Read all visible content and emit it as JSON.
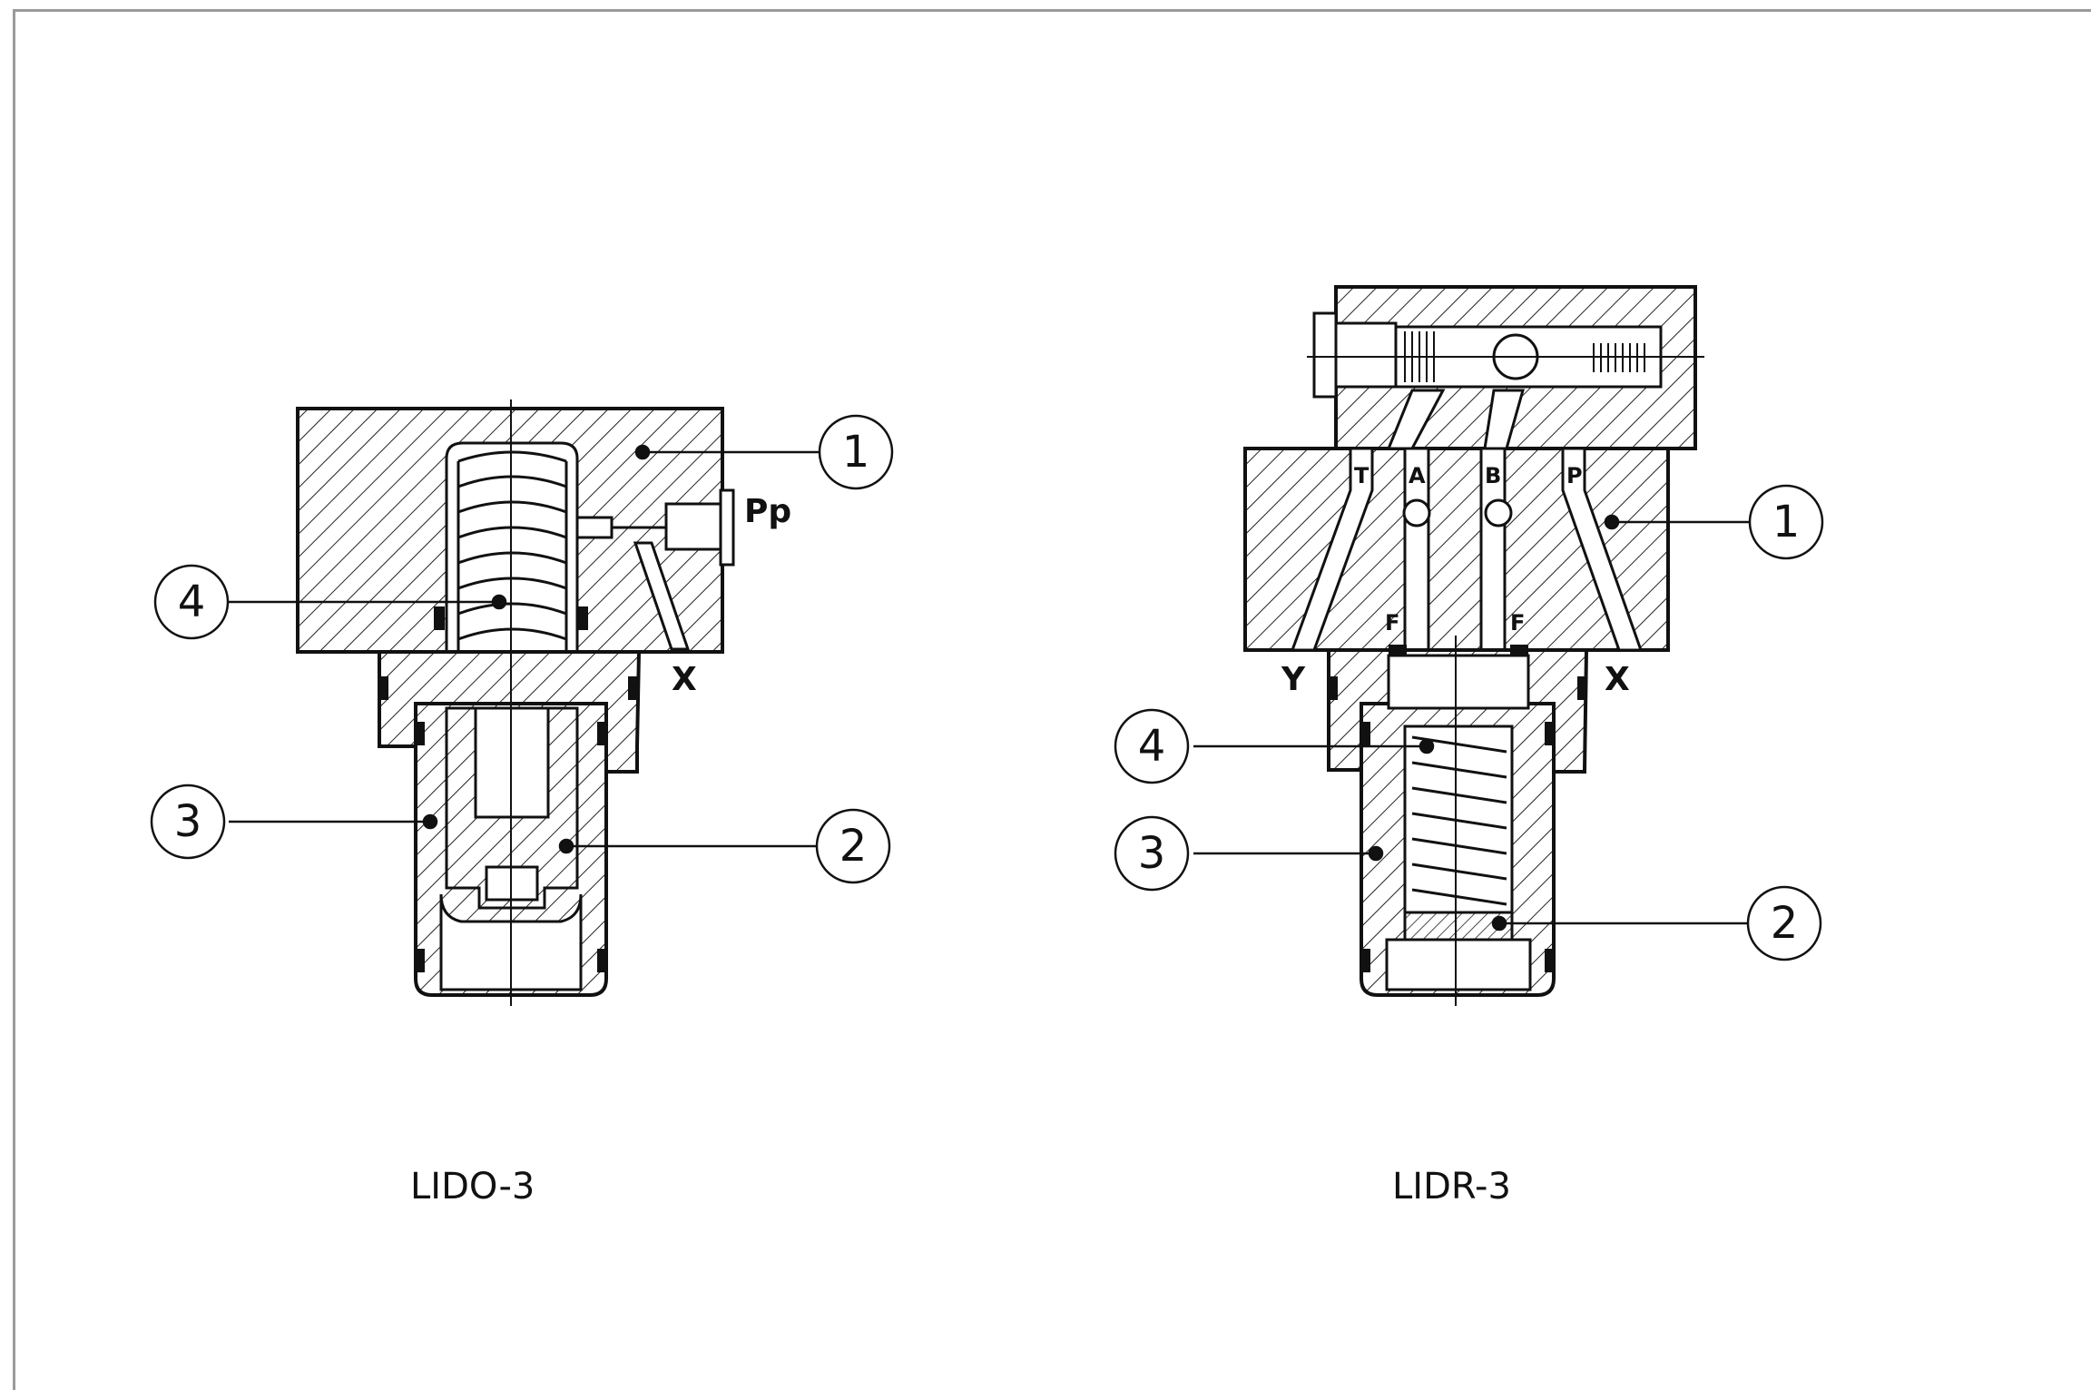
{
  "diagram": {
    "left_valve": {
      "title": "LIDO-3",
      "callouts": [
        "1",
        "2",
        "3",
        "4"
      ],
      "ports": [
        "Pp",
        "X"
      ]
    },
    "right_valve": {
      "title": "LIDR-3",
      "callouts": [
        "1",
        "2",
        "3",
        "4"
      ],
      "ports": [
        "Y",
        "X"
      ],
      "channel_labels": [
        "T",
        "A",
        "B",
        "P",
        "F",
        "F"
      ]
    }
  }
}
